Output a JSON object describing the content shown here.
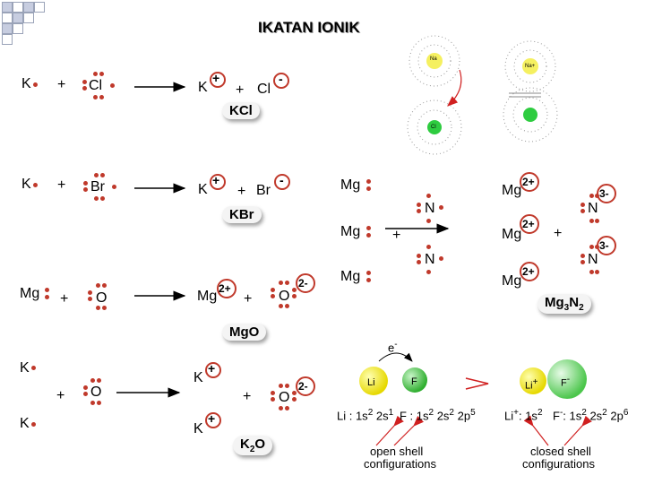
{
  "title": "IKATAN IONIK",
  "labels": {
    "k": "K",
    "cl": "Cl",
    "br": "Br",
    "mg": "Mg",
    "o": "O",
    "n": "N",
    "plus": "+",
    "minus": "-",
    "two_plus": "2+",
    "two_minus": "2-",
    "three_minus": "3-"
  },
  "compounds": {
    "kcl": "KCl",
    "kbr": "KBr",
    "mgo": "MgO",
    "k2o": {
      "a": "K",
      "sub": "2",
      "b": "O"
    },
    "mg3n2": {
      "a": "Mg",
      "sub1": "3",
      "b": "N",
      "sub2": "2"
    }
  },
  "atom_diagram": {
    "na": "Na",
    "na_ion": "Na+",
    "cl": "Cl"
  },
  "li_f": {
    "electron": "e",
    "electron_sup": "-",
    "li": "Li",
    "f": "F",
    "li_ion": "Li",
    "li_ion_sup": "+",
    "f_ion": "F",
    "f_ion_sup": "-",
    "li_config": "Li : 1s",
    "li_config_sup1": "2",
    "li_config_mid": " 2s",
    "li_config_sup2": "1",
    "f_config": "F : 1s",
    "f_config_sup1": "2",
    "f_config_mid": " 2s",
    "f_config_sup2": "2",
    "f_config_mid2": " 2p",
    "f_config_sup3": "5",
    "lip_config": "Li",
    "lip_config_sup0": "+",
    "lip_config_b": ": 1s",
    "lip_config_sup1": "2",
    "fm_config": "F",
    "fm_config_sup0": "-",
    "fm_config_b": ": 1s",
    "fm_config_sup1": "2",
    "fm_config_mid": " 2s",
    "fm_config_sup2": "2",
    "fm_config_mid2": " 2p",
    "fm_config_sup3": "6",
    "open_shell": [
      "open shell",
      "configurations"
    ],
    "closed_shell": [
      "closed shell",
      "configurations"
    ]
  },
  "colors": {
    "electron_dot": "#c0392b",
    "li_yellow": "#f2e60d",
    "f_green": "#3cbf3c",
    "arrow_red": "#d02020",
    "bullet": "#c7cde0"
  }
}
